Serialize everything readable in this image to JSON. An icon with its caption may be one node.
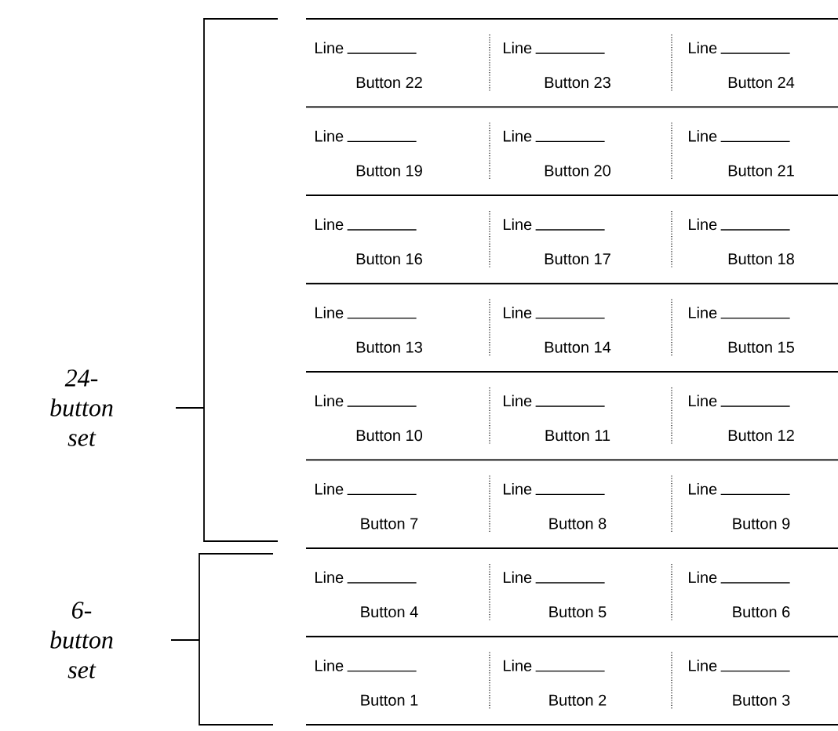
{
  "diagram": {
    "labels": [
      "Line",
      "Button 22",
      "Line",
      "Button 23",
      "Line",
      "Button 24",
      "Line",
      "Button 19",
      "Line",
      "Button 20",
      "Line",
      "Button 21",
      "Line",
      "Button 16",
      "Line",
      "Button 17",
      "Line",
      "Button 18",
      "Line",
      "Button 13",
      "Line",
      "Button 14",
      "Line",
      "Button 15",
      "Line",
      "Button 10",
      "Line",
      "Button 11",
      "Line",
      "Button 12",
      "Line",
      "Button 7",
      "Line",
      "Button 8",
      "Line",
      "Button 9",
      "Line",
      "Button 4",
      "Line",
      "Button 5",
      "Line",
      "Button 6",
      "Line",
      "Button 1",
      "Line",
      "Button 2",
      "Line",
      "Button 3",
      "24- button set",
      "6- button set"
    ]
  }
}
